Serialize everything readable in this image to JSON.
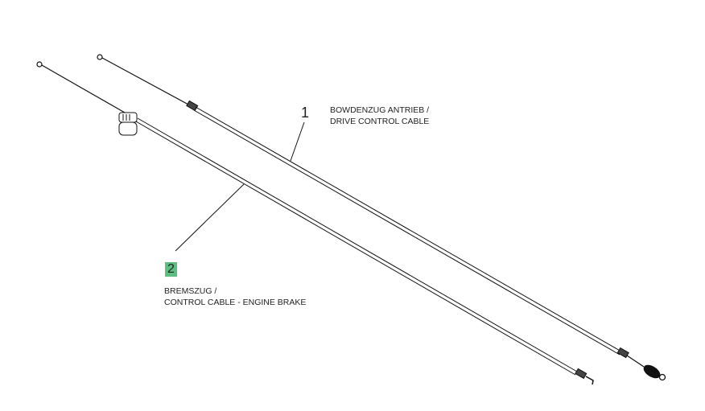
{
  "parts": [
    {
      "number": "1",
      "label_de": "BOWDENZUG ANTRIEB /",
      "label_en": "DRIVE CONTROL CABLE",
      "highlighted": false
    },
    {
      "number": "2",
      "label_de": "BREMSZUG /",
      "label_en": "CONTROL CABLE - ENGINE BRAKE",
      "highlighted": true
    }
  ],
  "highlight_color": "#5cbf80"
}
